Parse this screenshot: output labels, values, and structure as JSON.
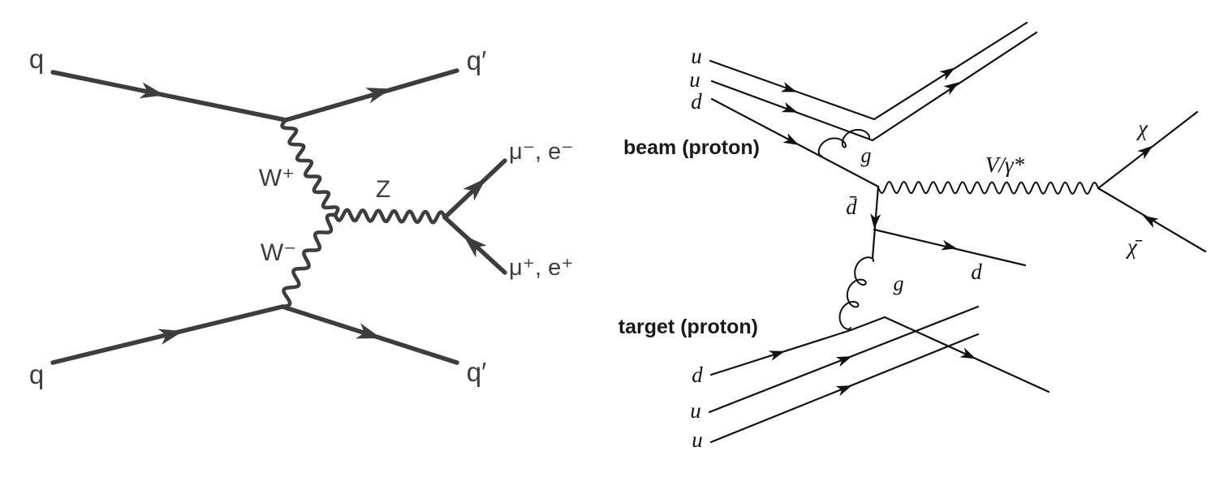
{
  "left_diagram": {
    "quark_in_top": "q",
    "quark_in_bottom": "q",
    "quark_out_top": "q′",
    "quark_out_bottom": "q′",
    "w_plus_label": "W⁺",
    "w_minus_label": "W⁻",
    "z_label": "Z",
    "leptons_neg": "μ⁻, e⁻",
    "leptons_pos": "μ⁺, e⁺",
    "line_color": "#3d3d3d"
  },
  "right_diagram": {
    "beam_caption": "beam (proton)",
    "target_caption": "target (proton)",
    "beam_quarks": [
      "u",
      "u",
      "d"
    ],
    "target_quarks": [
      "d",
      "u",
      "u"
    ],
    "gluon_upper": "g",
    "gluon_lower": "g",
    "antidown_label": "d̄",
    "down_out_label": "d",
    "mediator_label": "V/γ*",
    "chi_label": "χ",
    "antichi_label": "χ̄",
    "line_color": "#111111"
  }
}
